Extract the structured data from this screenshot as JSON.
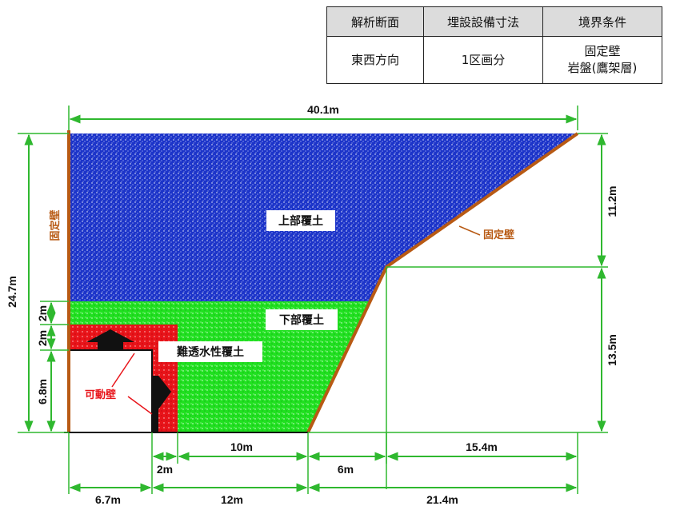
{
  "table": {
    "headers": [
      "解析断面",
      "埋設設備寸法",
      "境界条件"
    ],
    "row": {
      "direction": "東西方向",
      "size": "1区画分",
      "boundary_line1": "固定壁",
      "boundary_line2": "岩盤(鷹架層)"
    }
  },
  "labels": {
    "upper_soil": "上部覆土",
    "lower_soil": "下部覆土",
    "impermeable_soil": "難透水性覆土",
    "fixed_wall_left": "固定壁",
    "fixed_wall_right": "固定壁",
    "movable_wall": "可動壁"
  },
  "dimensions": {
    "total_width": "40.1m",
    "upper_height": "11.2m",
    "lower_height": "13.5m",
    "total_height": "24.7m",
    "seg_2m_a": "2m",
    "seg_2m_b": "2m",
    "seg_6_8": "6.8m",
    "bottom_2m": "2m",
    "bottom_10m": "10m",
    "bottom_6m": "6m",
    "bottom_15_4": "15.4m",
    "bottom_6_7": "6.7m",
    "bottom_12m": "12m",
    "bottom_21_4": "21.4m"
  },
  "colors": {
    "upper_soil": "#1c34c9",
    "lower_soil": "#20e020",
    "impermeable_soil": "#e8141a",
    "wall": "#b85a14",
    "dimension_line": "#2fb82f"
  }
}
